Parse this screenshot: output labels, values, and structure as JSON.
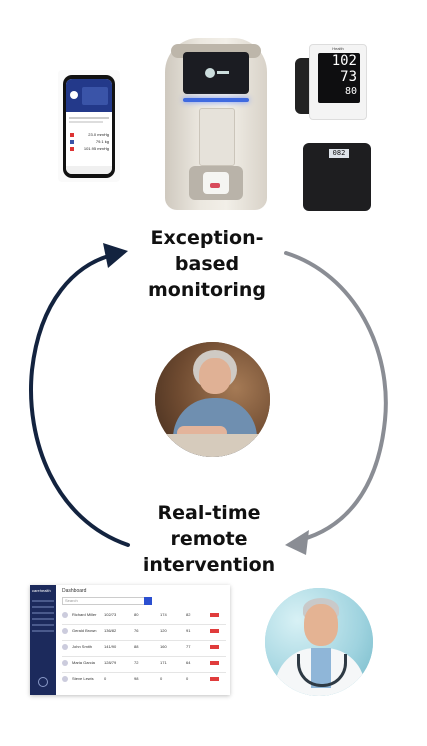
{
  "labels": {
    "top": [
      "Exception-",
      "based",
      "monitoring"
    ],
    "bottom": [
      "Real-time",
      "remote",
      "intervention"
    ]
  },
  "devices": {
    "bp_monitor": {
      "brand": "Health",
      "systolic": "102",
      "diastolic": "73",
      "pulse": "80"
    },
    "scale": {
      "reading": "082"
    }
  },
  "phone": {
    "rows": [
      {
        "value": "23.0",
        "unit": "mmHg"
      },
      {
        "value": "79.1",
        "unit": "kg"
      },
      {
        "value": "101.95",
        "unit": "mmHg"
      }
    ]
  },
  "dashboard": {
    "logo": "carehealth",
    "title": "Dashboard",
    "search_placeholder": "Search",
    "rows": [
      {
        "name": "Richard Miller",
        "bp": "102/73",
        "pulse": "80",
        "glucose": "174",
        "weight": "82"
      },
      {
        "name": "Gerald Brown",
        "bp": "136/82",
        "pulse": "76",
        "glucose": "120",
        "weight": "91"
      },
      {
        "name": "John Smith",
        "bp": "141/90",
        "pulse": "88",
        "glucose": "160",
        "weight": "77"
      },
      {
        "name": "Maria Garcia",
        "bp": "128/79",
        "pulse": "72",
        "glucose": "171",
        "weight": "64"
      },
      {
        "name": "Steve Lewis",
        "bp": "0",
        "pulse": "98",
        "glucose": "0",
        "weight": "0"
      }
    ]
  },
  "colors": {
    "dark_arrow": "#13233f",
    "gray_arrow": "#8a8d94",
    "navy": "#1c2a5c"
  }
}
